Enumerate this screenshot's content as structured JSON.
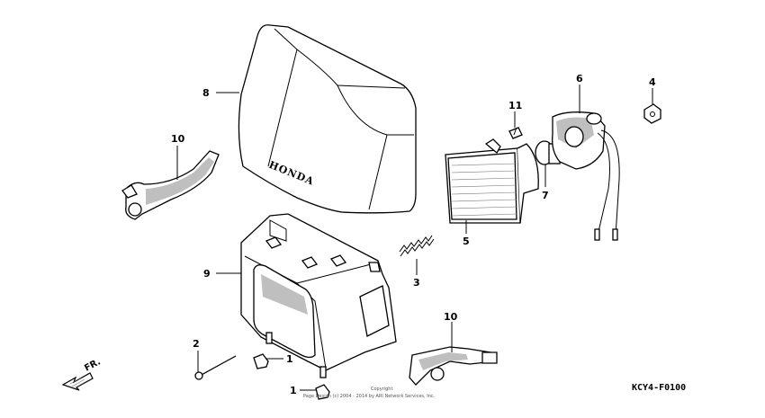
{
  "diagram": {
    "callouts": [
      {
        "id": "c8",
        "label": "8"
      },
      {
        "id": "c10a",
        "label": "10"
      },
      {
        "id": "c9",
        "label": "9"
      },
      {
        "id": "c2",
        "label": "2"
      },
      {
        "id": "c1a",
        "label": "1"
      },
      {
        "id": "c1b",
        "label": "1"
      },
      {
        "id": "c3",
        "label": "3"
      },
      {
        "id": "c10b",
        "label": "10"
      },
      {
        "id": "c5",
        "label": "5"
      },
      {
        "id": "c11",
        "label": "11"
      },
      {
        "id": "c7",
        "label": "7"
      },
      {
        "id": "c6",
        "label": "6"
      },
      {
        "id": "c4",
        "label": "4"
      }
    ],
    "brand_text": "HONDA",
    "diagram_code": "KCY4-F0100",
    "direction_label": "FR.",
    "copyright_line1": "Copyright",
    "copyright_line2": "Page Design (c) 2004 - 2014 by ARI Network Services, Inc."
  }
}
